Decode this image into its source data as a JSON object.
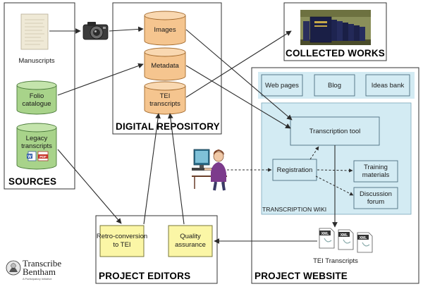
{
  "colors": {
    "orange_cyl": "#f5c58f",
    "green_cyl": "#a8d38a",
    "light_blue": "#d3ebf3",
    "yellow_box": "#fbf6a6",
    "accent_red": "#c8352b"
  },
  "panels": {
    "sources": "SOURCES",
    "repository": "DIGITAL REPOSITORY",
    "collected": "COLLECTED WORKS",
    "editors": "PROJECT EDITORS",
    "website": "PROJECT WEBSITE",
    "wiki": "TRANSCRIPTION WIKI"
  },
  "sources": {
    "manuscripts": "Manuscripts",
    "folio_line1": "Folio",
    "folio_line2": "catalogue",
    "legacy_line1": "Legacy",
    "legacy_line2": "transcripts",
    "pdf_badge": "PDF"
  },
  "repository": {
    "images": "Images",
    "metadata": "Metadata",
    "tei_line1": "TEI",
    "tei_line2": "transcripts"
  },
  "website": {
    "web_pages": "Web pages",
    "blog": "Blog",
    "ideas_bank": "Ideas bank",
    "transcription_tool": "Transcription tool",
    "registration": "Registration",
    "training_line1": "Training",
    "training_line2": "materials",
    "discussion_line1": "Discussion",
    "discussion_line2": "forum",
    "tei_transcripts": "TEI Transcripts",
    "xml_label": "XML"
  },
  "editors": {
    "retro_line1": "Retro-conversion",
    "retro_line2": "to TEI",
    "quality_line1": "Quality",
    "quality_line2": "assurance"
  },
  "logo": {
    "line1": "Transcribe",
    "line2": "Bentham",
    "tagline": "A Participatory Initiative"
  },
  "icons": {
    "camera": "camera-icon",
    "user": "user-at-computer-icon",
    "books": "books-photo",
    "manuscript": "manuscript-photo",
    "xml_doc": "xml-document-icon",
    "logo_portrait": "bentham-portrait-icon"
  }
}
